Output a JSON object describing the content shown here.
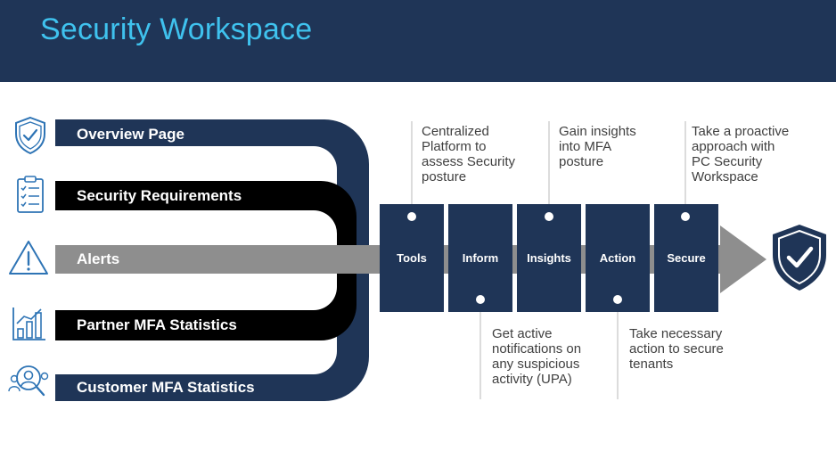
{
  "title": "Security Workspace",
  "features": [
    {
      "label": "Overview Page",
      "icon": "shield-check-icon"
    },
    {
      "label": "Security Requirements",
      "icon": "clipboard-checklist-icon"
    },
    {
      "label": "Alerts",
      "icon": "warning-triangle-icon"
    },
    {
      "label": "Partner MFA Statistics",
      "icon": "bar-chart-icon"
    },
    {
      "label": "Customer MFA Statistics",
      "icon": "user-search-icon"
    }
  ],
  "stages": [
    {
      "label": "Tools",
      "note": "Centralized\nPlatform to\nassess Security\nposture"
    },
    {
      "label": "Inform",
      "note": "Get active\nnotifications on\nany suspicious\nactivity (UPA)"
    },
    {
      "label": "Insights",
      "note": "Gain insights\ninto MFA\nposture"
    },
    {
      "label": "Action",
      "note": "Take necessary\naction to secure\ntenants"
    },
    {
      "label": "Secure",
      "note": "Take a proactive\napproach with\nPC Security\nWorkspace"
    }
  ],
  "result_icon": "shield-check-icon",
  "colors": {
    "navy": "#1f3557",
    "black": "#000000",
    "gray": "#8e8e8e",
    "title": "#3fc2ee",
    "icon": "#2e74b5"
  }
}
